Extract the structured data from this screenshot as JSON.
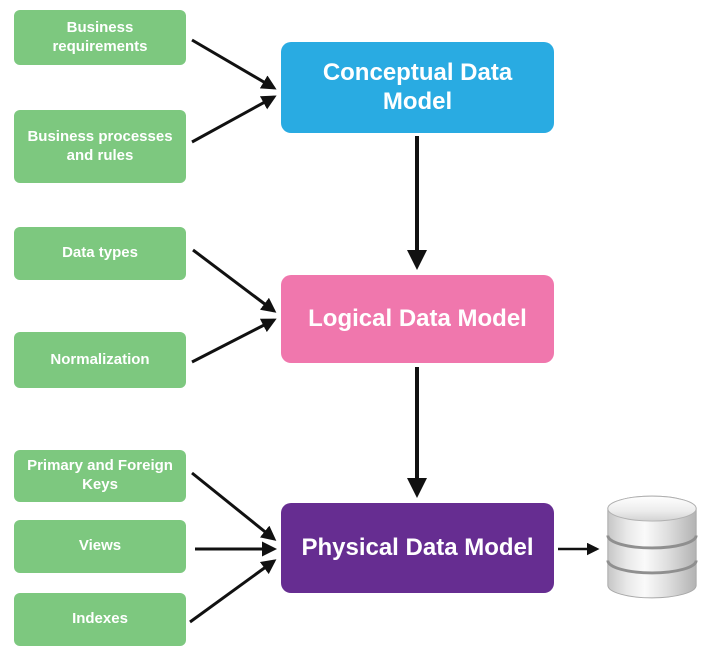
{
  "colors": {
    "input_box": "#7DC87F",
    "conceptual": "#29ABE2",
    "logical": "#F077AD",
    "physical": "#662D91",
    "arrow": "#111111",
    "box_text": "#FFFFFF"
  },
  "stages": [
    {
      "id": "conceptual",
      "label": "Conceptual Data Model"
    },
    {
      "id": "logical",
      "label": "Logical Data Model"
    },
    {
      "id": "physical",
      "label": "Physical Data Model"
    }
  ],
  "inputs": [
    {
      "label": "Business requirements",
      "feeds": "Conceptual Data Model"
    },
    {
      "label": "Business processes and rules",
      "feeds": "Conceptual Data Model"
    },
    {
      "label": "Data types",
      "feeds": "Logical Data Model"
    },
    {
      "label": "Normalization",
      "feeds": "Logical Data Model"
    },
    {
      "label": "Primary and Foreign Keys",
      "feeds": "Physical Data Model"
    },
    {
      "label": "Views",
      "feeds": "Physical Data Model"
    },
    {
      "label": "Indexes",
      "feeds": "Physical Data Model"
    }
  ],
  "database": {
    "icon": "database-cylinder-icon"
  }
}
